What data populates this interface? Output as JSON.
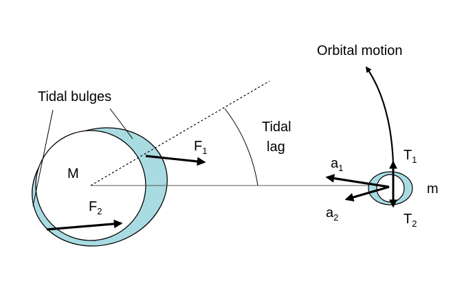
{
  "labels": {
    "orbital_motion": "Orbital motion",
    "tidal_bulges": "Tidal bulges",
    "tidal": "Tidal",
    "lag": "lag",
    "big_mass": "M",
    "small_mass": "m",
    "force_1": "F",
    "force_1_sub": "1",
    "force_2": "F",
    "force_2_sub": "2",
    "accel_1": "a",
    "accel_1_sub": "1",
    "accel_2": "a",
    "accel_2_sub": "2",
    "tidal_1": "T",
    "tidal_1_sub": "1",
    "tidal_2": "T",
    "tidal_2_sub": "2"
  },
  "colors": {
    "bulge_fill": "#a9dbe2",
    "stroke": "#000000",
    "line_gray": "#555555",
    "planet_fill": "#ffffff"
  }
}
